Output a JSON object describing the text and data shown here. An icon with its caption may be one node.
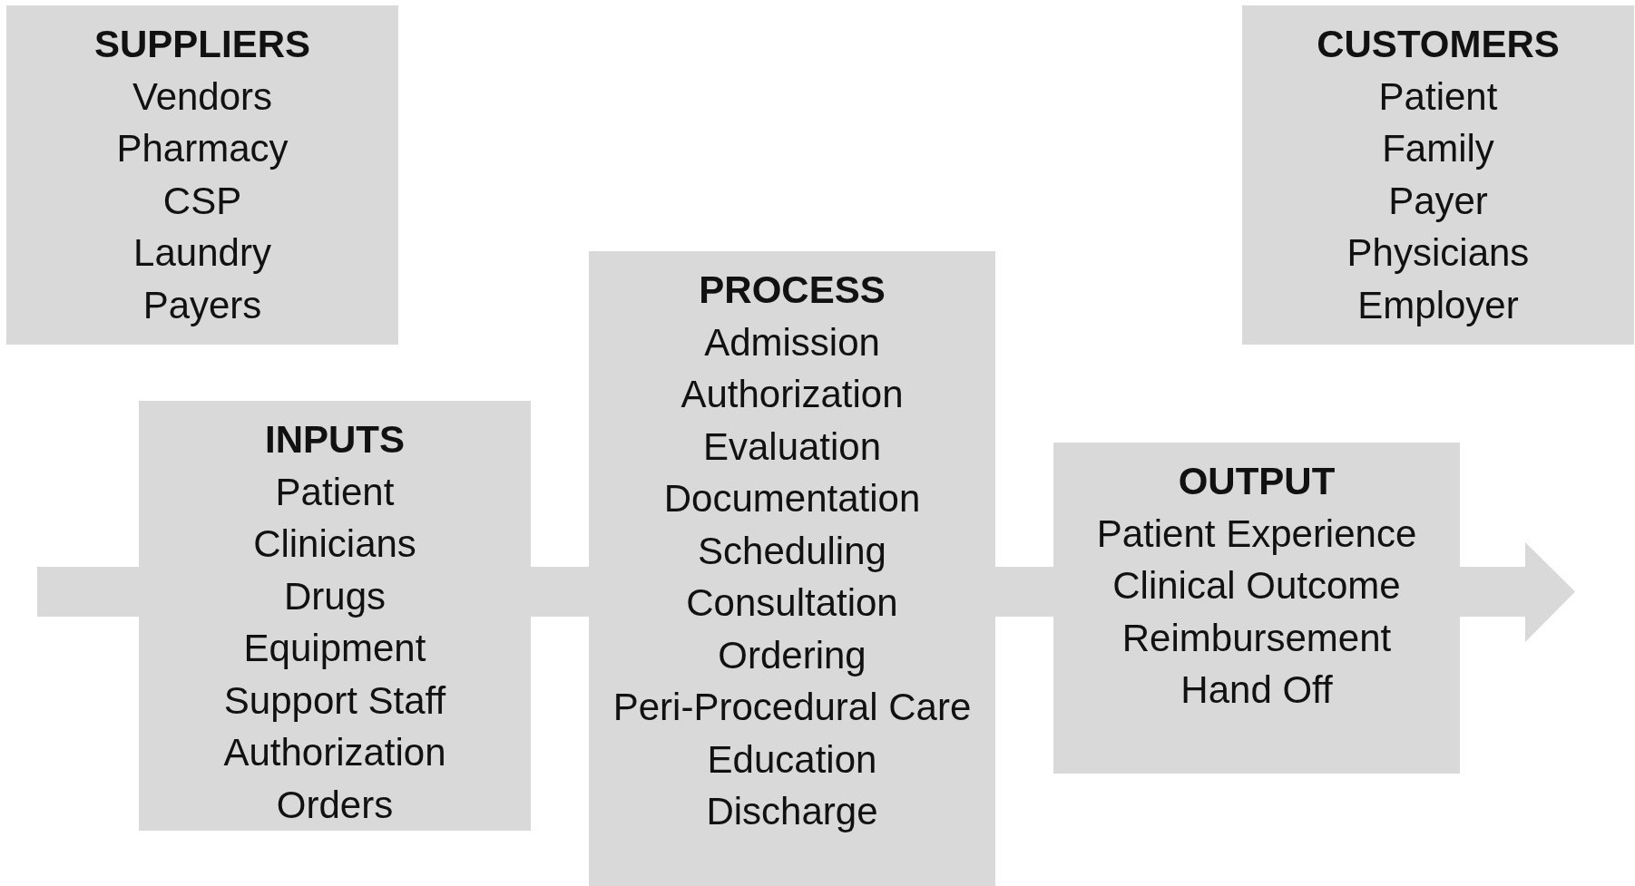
{
  "diagram": {
    "nodes": [
      {
        "text": [
          "SUPPLIERS",
          "Vendors",
          "Pharmacy",
          "CSP",
          "Laundry",
          "Payers"
        ]
      },
      {
        "text": [
          "CUSTOMERS",
          "Patient",
          "Family",
          "Payer",
          "Physicians",
          "Employer"
        ]
      },
      {
        "text": [
          "INPUTS",
          "Patient",
          "Clinicians",
          "Drugs",
          "Equipment",
          "Support Staff",
          "Authorization",
          "Orders"
        ]
      },
      {
        "text": [
          "PROCESS",
          "Admission",
          "Authorization",
          "Evaluation",
          "Documentation",
          "Scheduling",
          "Consultation",
          "Ordering",
          "Peri-Procedural Care",
          "Education",
          "Discharge"
        ]
      },
      {
        "text": [
          "OUTPUT",
          "Patient Experience",
          "Clinical Outcome",
          "Reimbursement",
          "Hand Off"
        ]
      }
    ],
    "edges": [
      {
        "from": null,
        "to": 2,
        "arrow": "none"
      },
      {
        "from": 2,
        "to": 3,
        "arrow": "none"
      },
      {
        "from": 3,
        "to": 4,
        "arrow": "none"
      },
      {
        "from": 4,
        "to": null,
        "arrow": "to"
      }
    ]
  }
}
